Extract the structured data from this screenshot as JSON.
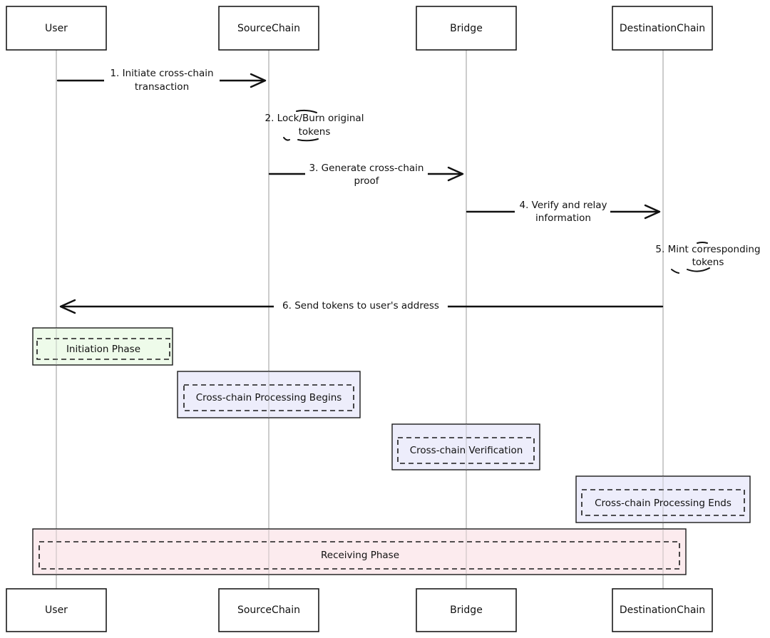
{
  "actors": [
    {
      "id": "user",
      "label": "User"
    },
    {
      "id": "source",
      "label": "SourceChain"
    },
    {
      "id": "bridge",
      "label": "Bridge"
    },
    {
      "id": "dest",
      "label": "DestinationChain"
    }
  ],
  "messages": [
    {
      "from": "user",
      "to": "source",
      "lines": [
        "1. Initiate cross-chain",
        "transaction"
      ]
    },
    {
      "from": "source",
      "to": "source",
      "lines": [
        "2. Lock/Burn original",
        "tokens"
      ]
    },
    {
      "from": "source",
      "to": "bridge",
      "lines": [
        "3. Generate cross-chain",
        "proof"
      ]
    },
    {
      "from": "bridge",
      "to": "dest",
      "lines": [
        "4. Verify and relay",
        "information"
      ]
    },
    {
      "from": "dest",
      "to": "dest",
      "lines": [
        "5. Mint corresponding",
        "tokens"
      ]
    },
    {
      "from": "dest",
      "to": "user",
      "lines": [
        "6. Send tokens to user's address"
      ]
    }
  ],
  "notes": [
    {
      "label": "Initiation Phase",
      "color": "#eefbea",
      "over": [
        "user"
      ]
    },
    {
      "label": "Cross-chain Processing Begins",
      "color": "#ededfb",
      "over": [
        "source"
      ]
    },
    {
      "label": "Cross-chain Verification",
      "color": "#ededfb",
      "over": [
        "bridge"
      ]
    },
    {
      "label": "Cross-chain Processing Ends",
      "color": "#ededfb",
      "over": [
        "dest"
      ]
    },
    {
      "label": "Receiving Phase",
      "color": "#fcebee",
      "over": [
        "user",
        "dest"
      ]
    }
  ]
}
